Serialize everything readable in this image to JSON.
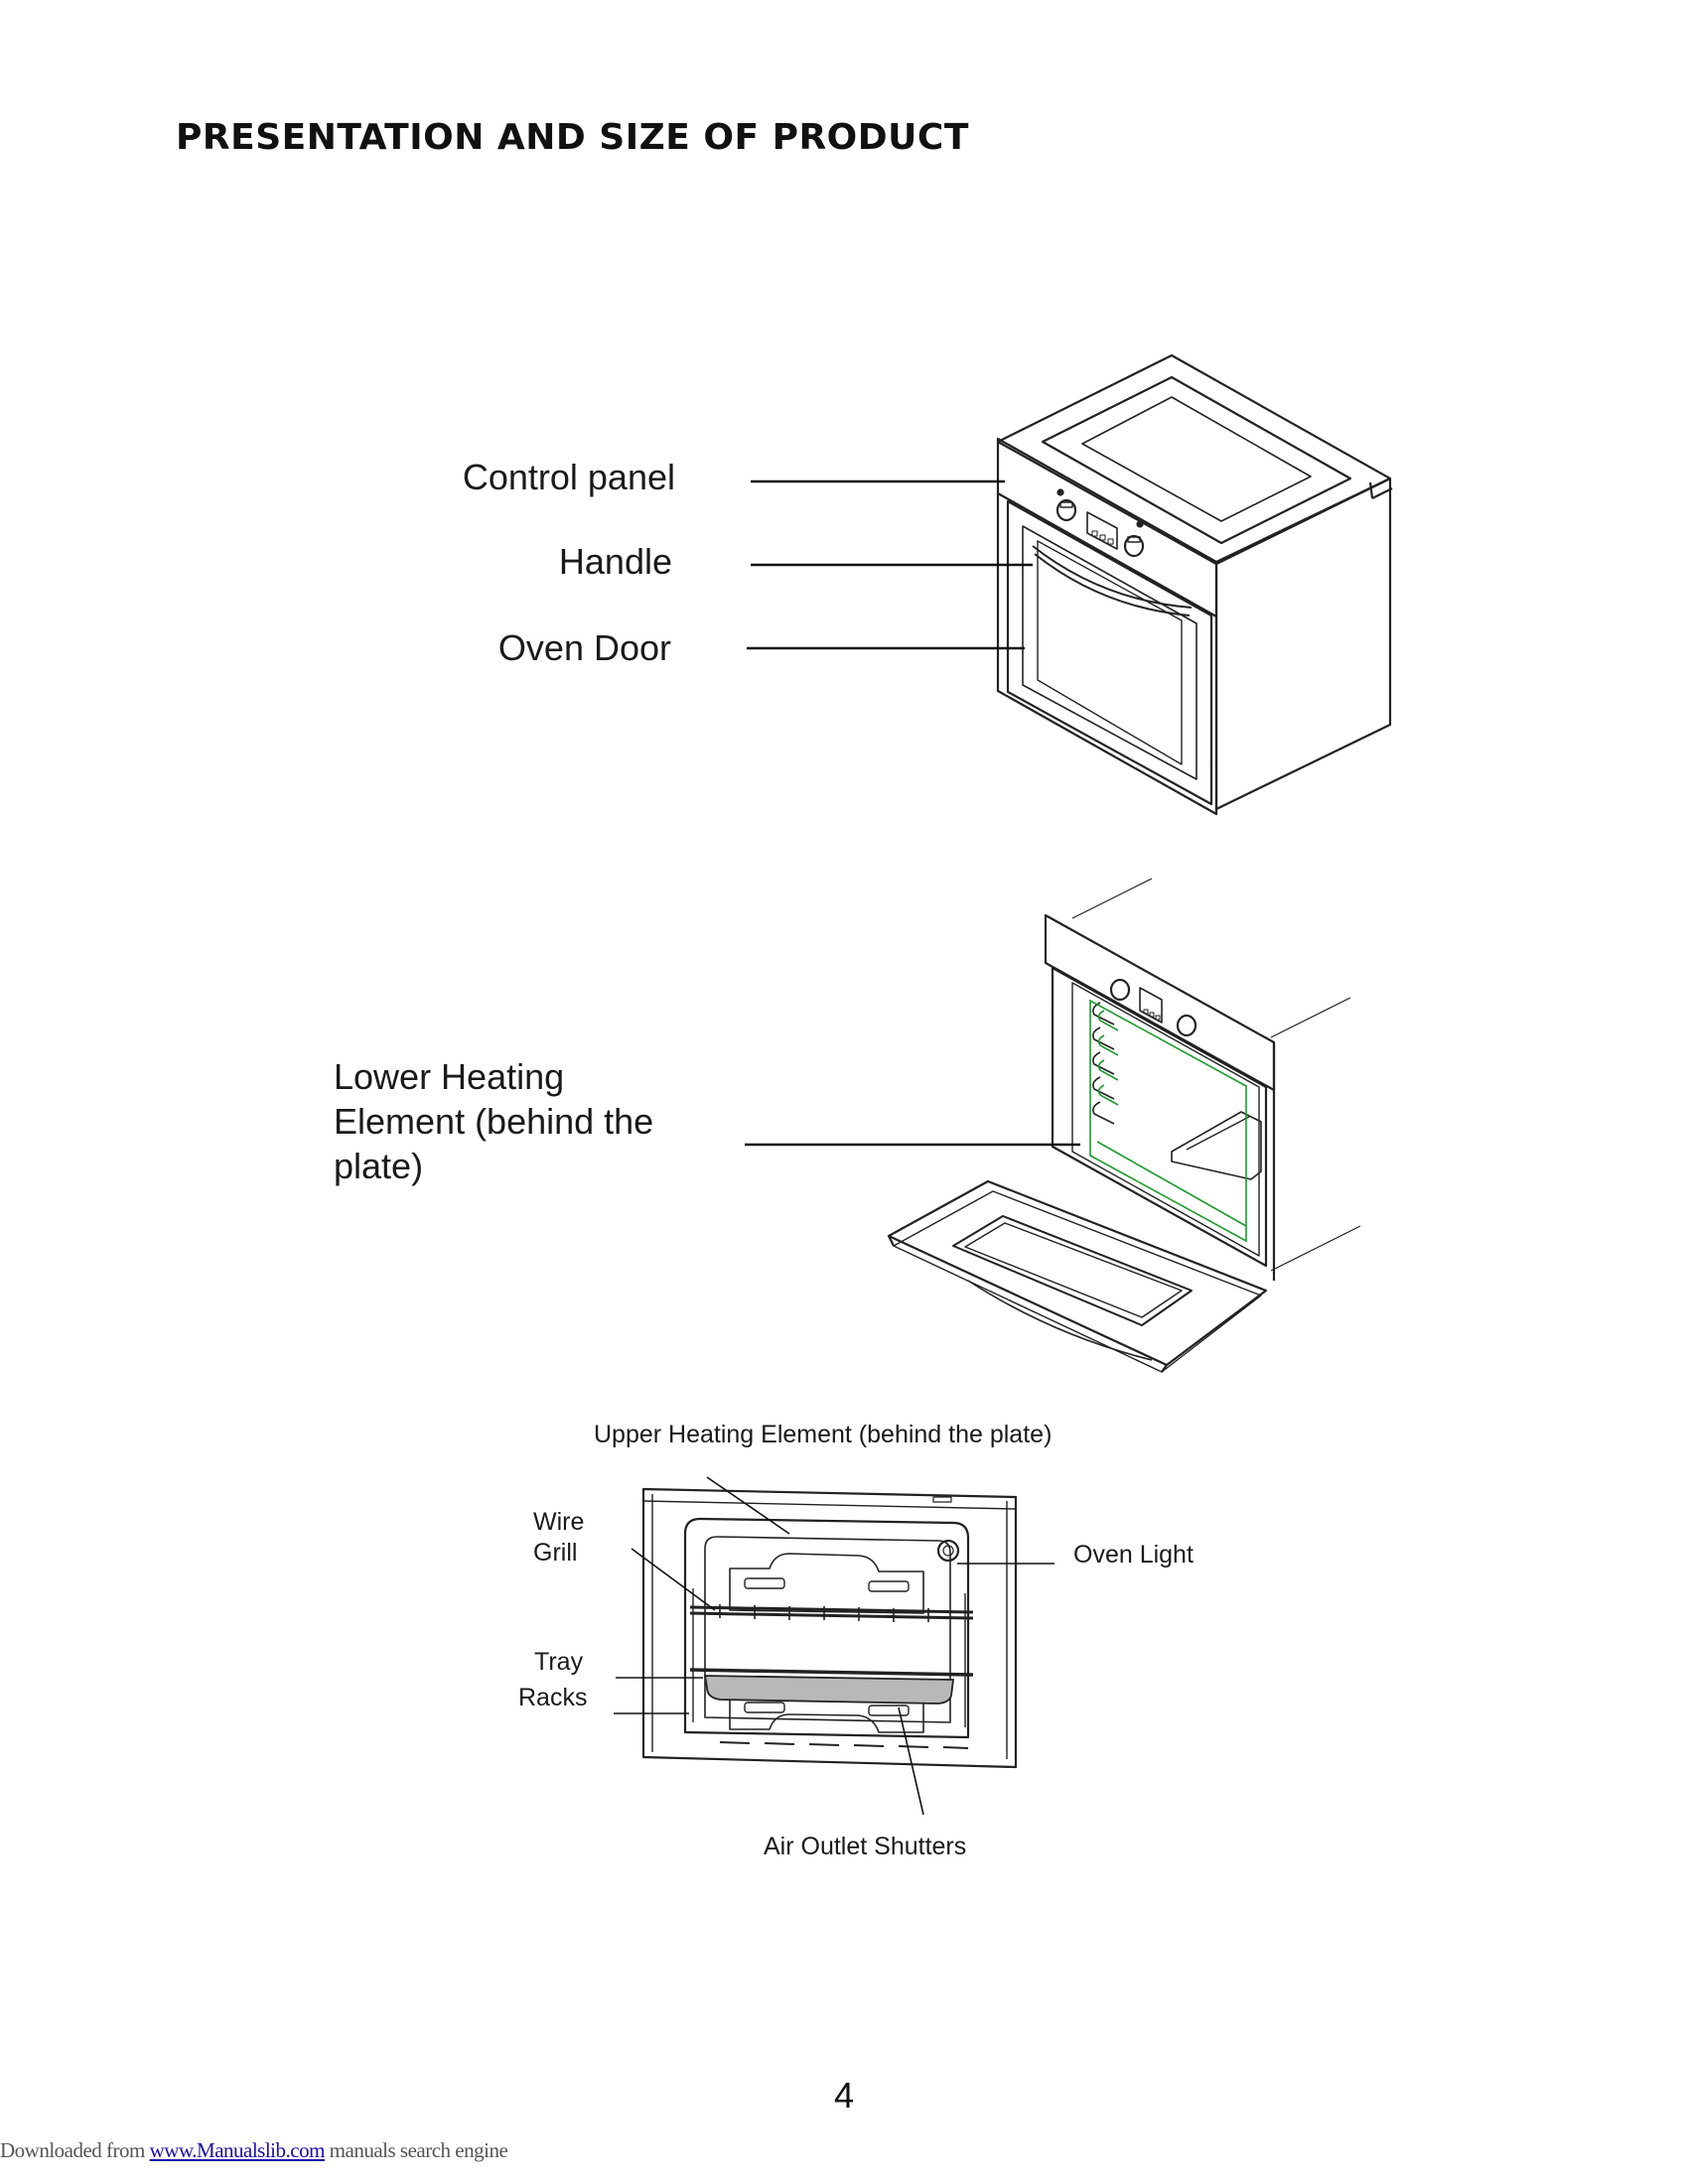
{
  "page": {
    "title": "PRESENTATION AND SIZE OF PRODUCT",
    "page_number": "4"
  },
  "figure1": {
    "labels": {
      "control_panel": "Control panel",
      "handle": "Handle",
      "oven_door": "Oven Door"
    }
  },
  "figure2": {
    "labels": {
      "lower_heating_line1": "Lower Heating",
      "lower_heating_line2": "Element (behind the",
      "lower_heating_line3": "plate)"
    }
  },
  "figure3": {
    "labels": {
      "upper_heating": "Upper Heating Element (behind the plate)",
      "wire": "Wire",
      "grill": "Grill",
      "tray": "Tray",
      "racks": "Racks",
      "oven_light": "Oven Light",
      "air_outlet": "Air Outlet Shutters"
    }
  },
  "footer": {
    "prefix": "Downloaded from ",
    "link": "www.Manualslib.com",
    "suffix": "  manuals search engine"
  },
  "colors": {
    "line": "#222222",
    "inner_green": "#1f9a2f",
    "tray_fill": "#b8b8b8"
  }
}
